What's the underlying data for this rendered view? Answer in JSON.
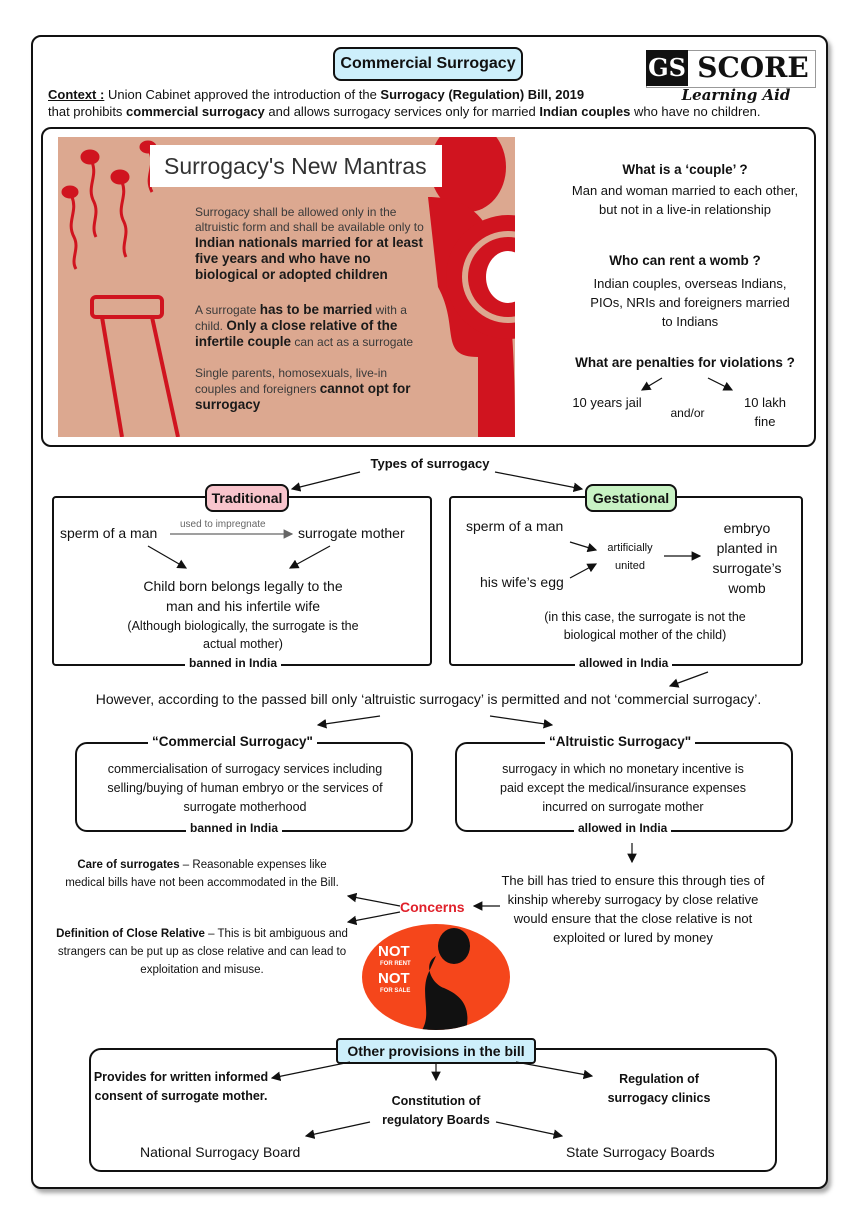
{
  "header": {
    "title": "Commercial Surrogacy",
    "logo_gs": "GS",
    "logo_score": "SCORE",
    "logo_sub": "Learning Aid"
  },
  "context": {
    "label": "Context :",
    "t1": " Union Cabinet approved the introduction of the ",
    "b1": "Surrogacy (Regulation) Bill, 2019",
    "t2": "that prohibits ",
    "b2": "commercial surrogacy",
    "t3": " and allows surrogacy services only for married ",
    "b3": "Indian couples",
    "t4": " who have no children."
  },
  "infographic": {
    "heading": "Surrogacy's New Mantras",
    "p1a": "Surrogacy shall be allowed only in the altruistic form and shall be available only to ",
    "p1b": "Indian nationals married for at least five years and who have no biological or adopted children",
    "p2a": "A surrogate ",
    "p2b": "has to be married",
    "p2c": " with a child. ",
    "p2d": "Only a close relative of the infertile couple",
    "p2e": " can act as a surrogate",
    "p3a": "Single parents, homosexuals, live-in couples and foreigners ",
    "p3b": "cannot opt for surrogacy"
  },
  "faq": {
    "q1": "What is a ‘couple’ ?",
    "a1": "Man and woman married to each other, but not in a live-in relationship",
    "q2": "Who can rent a womb ?",
    "a2": "Indian couples, overseas Indians, PIOs, NRIs and foreigners married to Indians",
    "q3": "What are penalties for violations ?",
    "pen1": "10 years jail",
    "pen_join": "and/or",
    "pen2": "10 lakh fine"
  },
  "types": {
    "heading": "Types of surrogacy",
    "traditional": {
      "label": "Traditional",
      "sperm": "sperm of a man",
      "arrow_label": "used to impregnate",
      "surrogate": "surrogate mother",
      "result": "Child born belongs legally to the man and his infertile wife",
      "note": "(Although biologically, the surrogate is the actual mother)",
      "status": "banned in India"
    },
    "gestational": {
      "label": "Gestational",
      "sperm": "sperm of a man",
      "egg": "his wife’s egg",
      "united": "artificially united",
      "embryo": "embryo planted in surrogate’s womb",
      "note": "(in this case, the surrogate is not the biological mother of the child)",
      "status": "allowed in India"
    }
  },
  "bill_statement": "However, according to the passed bill only ‘altruistic surrogacy’ is permitted and not ‘commercial surrogacy’.",
  "commercial": {
    "label": "“Commercial Surrogacy\"",
    "text": "commercialisation of surrogacy services including selling/buying of human embryo or the services of surrogate motherhood",
    "status": "banned in India"
  },
  "altruistic": {
    "label": "“Altruistic Surrogacy\"",
    "text": "surrogacy in which no monetary incentive is paid except the medical/insurance expenses incurred on surrogate mother",
    "status": "allowed in India"
  },
  "kinship_note": "The bill has tried to ensure this through ties of kinship whereby surrogacy by close relative would ensure that the close relative is not exploited or lured by money",
  "concerns": {
    "label": "Concerns",
    "c1_title": "Care of surrogates",
    "c1_text": " – Reasonable expenses like medical bills have not been accommodated in the Bill.",
    "c2_title": "Definition of Close Relative",
    "c2_text": " – This is bit ambiguous and strangers can be put up as close relative and can lead to exploitation and misuse.",
    "poster_line1": "NOT",
    "poster_line2": "FOR RENT",
    "poster_line3": "NOT",
    "poster_line4": "FOR SALE"
  },
  "provisions": {
    "label": "Other provisions in the bill",
    "p1": "Provides for written informed consent of surrogate mother.",
    "p2": "Constitution of regulatory Boards",
    "p3": "Regulation of surrogacy clinics",
    "b1": "National Surrogacy Board",
    "b2": "State Surrogacy Boards"
  },
  "colors": {
    "accent_red": "#e0202a",
    "pill_blue": "#cdeffb",
    "pill_red": "#f8c4cc",
    "pill_green": "#c8f2c4",
    "infographic_bg": "#dca890",
    "poster_bg": "#f5461b"
  }
}
